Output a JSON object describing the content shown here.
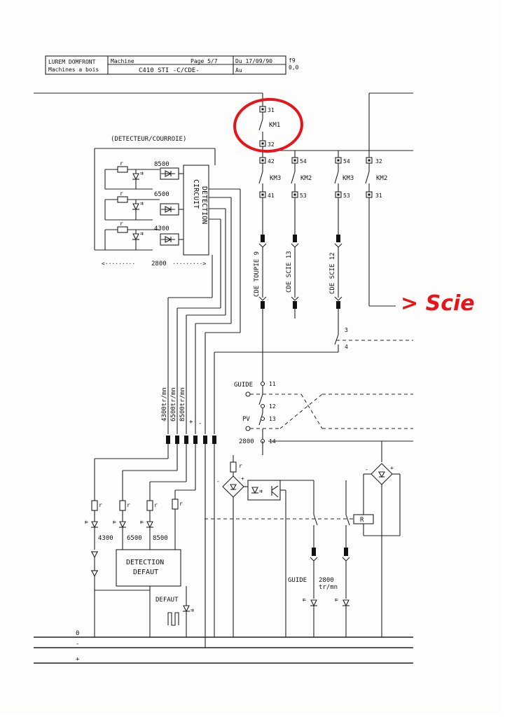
{
  "title_block": {
    "company_1": "LUREM DOMFRONT",
    "company_2": "Machines a bois",
    "machine_label": "Machine",
    "page": "Page 5/7",
    "model": "C410 STI -C/CDE-",
    "date_from": "Du 17/09/90",
    "date_to": "Au",
    "folio": "f9",
    "rev": "0,0"
  },
  "detector": {
    "title": "(DETECTEUR/COURROIE)",
    "speeds": [
      "8500",
      "6500",
      "4300"
    ],
    "circuit_label_1": "CIRCUIT",
    "circuit_label_2": "DETECTION",
    "span_label": "2800",
    "r_label": "r"
  },
  "contacts": {
    "km1": {
      "name": "KM1",
      "top": "31",
      "bottom": "32"
    },
    "col1": {
      "name": "KM3",
      "top": "42",
      "bottom": "41"
    },
    "col2": {
      "name": "KM2",
      "top": "54",
      "bottom": "53"
    },
    "col3": {
      "name": "KM3",
      "top": "54",
      "bottom": "53"
    },
    "col4": {
      "name": "KM2",
      "top": "32",
      "bottom": "31"
    }
  },
  "connectors": [
    "CDE TOUPIE 9",
    "CDE SCIE 13",
    "CDE SCIE 12"
  ],
  "switch": {
    "a": "3",
    "b": "4"
  },
  "selector": {
    "guide_label": "GUIDE",
    "pv_label": "PV",
    "s2800_label": "2800",
    "terminals": [
      "11",
      "12",
      "13",
      "14"
    ]
  },
  "harness_labels": [
    "4300tr/mn",
    "6500tr/mn",
    "8500tr/mn"
  ],
  "plus_sign": "+",
  "minus_sign": "-",
  "lower": {
    "led_labels": [
      "4300",
      "6500",
      "8500"
    ],
    "detection_1": "DETECTION",
    "detection_2": "DEFAUT",
    "defaut_label": "DEFAUT",
    "guide_label": "GUIDE",
    "rpm_1": "2800",
    "rpm_2": "tr/mn",
    "relay_label": "R"
  },
  "rails": [
    "0",
    "-",
    "+"
  ],
  "annotation": {
    "text": "> Scie",
    "color": "#e8141b"
  }
}
